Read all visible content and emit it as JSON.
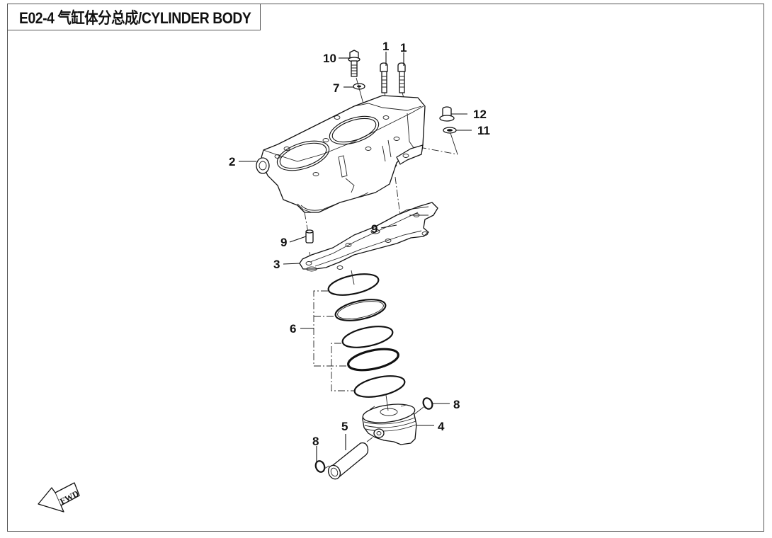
{
  "diagram": {
    "title": "E02-4  气缸体分总成/CYLINDER BODY",
    "direction_indicator": {
      "label": "FWD",
      "icon": "fwd-arrow-icon"
    },
    "callouts": [
      {
        "id": "c10",
        "label": "10",
        "part": "flange-bolt"
      },
      {
        "id": "c1a",
        "label": "1",
        "part": "cylinder-bolt"
      },
      {
        "id": "c1b",
        "label": "1",
        "part": "cylinder-bolt"
      },
      {
        "id": "c7",
        "label": "7",
        "part": "washer"
      },
      {
        "id": "c12",
        "label": "12",
        "part": "plug"
      },
      {
        "id": "c11",
        "label": "11",
        "part": "seal-washer"
      },
      {
        "id": "c2",
        "label": "2",
        "part": "cylinder-body"
      },
      {
        "id": "c9a",
        "label": "9",
        "part": "dowel-pin"
      },
      {
        "id": "c9b",
        "label": "9",
        "part": "dowel-pin"
      },
      {
        "id": "c3",
        "label": "3",
        "part": "cylinder-gasket"
      },
      {
        "id": "c6",
        "label": "6",
        "part": "piston-ring-set"
      },
      {
        "id": "c8a",
        "label": "8",
        "part": "circlip"
      },
      {
        "id": "c4",
        "label": "4",
        "part": "piston"
      },
      {
        "id": "c5",
        "label": "5",
        "part": "piston-pin"
      },
      {
        "id": "c8b",
        "label": "8",
        "part": "circlip"
      }
    ]
  }
}
